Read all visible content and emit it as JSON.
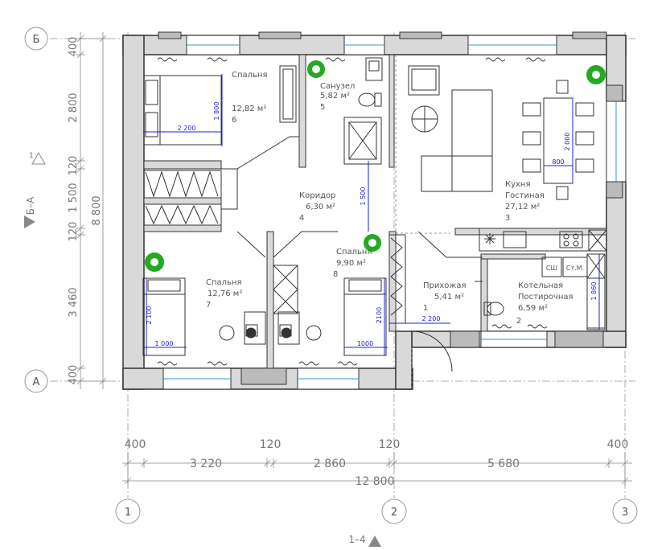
{
  "axes": {
    "letters": [
      "Б",
      "А"
    ],
    "numbers": [
      "1",
      "2",
      "3"
    ]
  },
  "sections": {
    "left_label": "Б–А",
    "left_index": "1",
    "bottom_label": "1–4"
  },
  "dims_left": {
    "d400_top": "400",
    "d2800": "2 800",
    "d120_a": "120",
    "d1500": "1 500",
    "d120_b": "120",
    "d3460": "3 460",
    "d400_bot": "400",
    "total": "8 800"
  },
  "dims_bottom": {
    "d400_l": "400",
    "d120_a": "120",
    "d120_b": "120",
    "d400_r": "400",
    "d3220": "3 220",
    "d2860": "2 860",
    "d5680": "5 680",
    "total": "12 800"
  },
  "rooms": [
    {
      "name": "Спальня",
      "area": "12,82 м²",
      "num": "6"
    },
    {
      "name": "Санузел",
      "area": "5,82 м²",
      "num": "5"
    },
    {
      "name": "Коридор",
      "area": "6,30 м²",
      "num": "4"
    },
    {
      "name": "Спальня",
      "area": "9,90 м²",
      "num": "8"
    },
    {
      "name": "Спальня",
      "area": "12,76 м²",
      "num": "7"
    },
    {
      "name": "Прихожая",
      "area": "5,41 м²",
      "num": "1"
    },
    {
      "name_1": "Кухня",
      "name_2": "Гостиная",
      "area": "27,12 м²",
      "num": "3"
    },
    {
      "name_1": "Котельная",
      "name_2": "Постирочная",
      "area": "6,59 м²",
      "num": "2"
    }
  ],
  "furniture_dims": {
    "bed6_w": "2 200",
    "bed6_h": "1 800",
    "corridor": "1 500",
    "table_w": "800",
    "table_h": "2 000",
    "bed7_w": "1 000",
    "bed7_h": "2 100",
    "bed8_w": "1000",
    "bed8_h": "2100",
    "hall_w": "2 200",
    "boiler_h": "1 860"
  },
  "equipment": {
    "sh": "СШ",
    "stm": "Ст.М."
  }
}
